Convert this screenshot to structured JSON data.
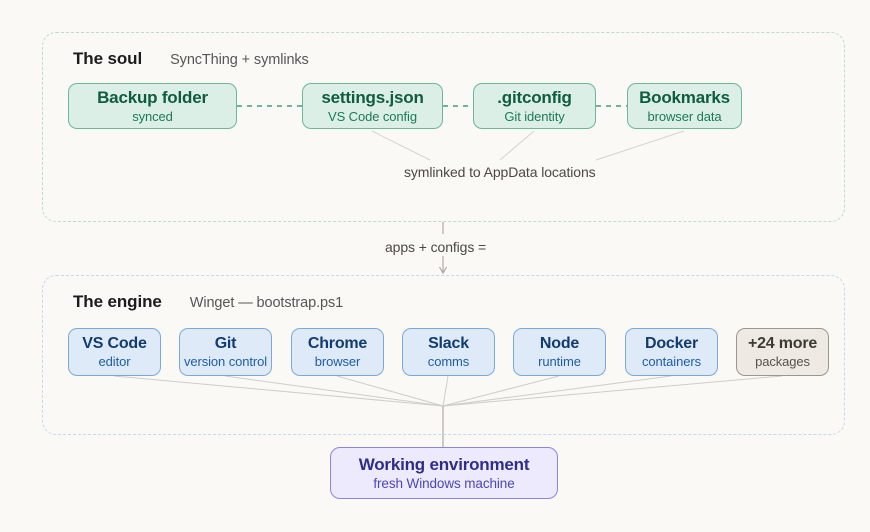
{
  "diagram": {
    "background_color": "#faf9f5",
    "title_color": "#1c1c1c"
  },
  "groups": [
    {
      "key": "soul",
      "title": "The soul",
      "subtitle": "SyncThing + symlinks",
      "accent_color": "#6cb79a",
      "fill_color": "#dcefe6",
      "border_color": "#b9ded0",
      "nodes": [
        {
          "title": "Backup folder",
          "sub": "synced"
        },
        {
          "title": "settings.json",
          "sub": "VS Code config"
        },
        {
          "title": ".gitconfig",
          "sub": "Git identity"
        },
        {
          "title": "Bookmarks",
          "sub": "browser data"
        }
      ],
      "caption": "symlinked to AppData locations"
    },
    {
      "key": "engine",
      "title": "The engine",
      "subtitle": "Winget — bootstrap.ps1",
      "accent_color": "#7aa9dd",
      "fill_color": "#dfeaf9",
      "border_color": "#c3d9f0",
      "nodes": [
        {
          "title": "VS Code",
          "sub": "editor"
        },
        {
          "title": "Git",
          "sub": "version control"
        },
        {
          "title": "Chrome",
          "sub": "browser"
        },
        {
          "title": "Slack",
          "sub": "comms"
        },
        {
          "title": "Node",
          "sub": "runtime"
        },
        {
          "title": "Docker",
          "sub": "containers"
        },
        {
          "title": "+24 more",
          "sub": "packages",
          "muted": true
        }
      ]
    }
  ],
  "bridge": {
    "label": "apps + configs ="
  },
  "result": {
    "title": "Working environment",
    "sub": "fresh Windows machine",
    "fill_color": "#eceafc",
    "border_color": "#8d84e0"
  }
}
